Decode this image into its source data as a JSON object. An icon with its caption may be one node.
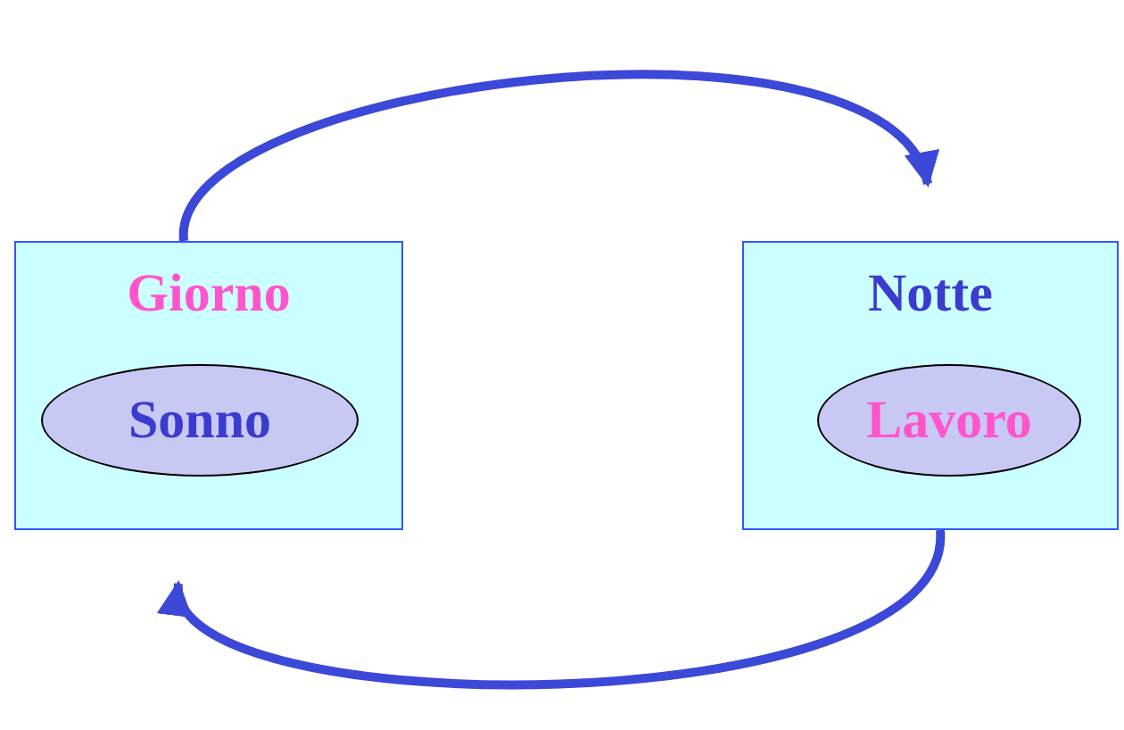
{
  "diagram": {
    "nodes": [
      {
        "text": [
          "Giorno"
        ]
      },
      {
        "text": [
          "Sonno"
        ],
        "in": 0
      },
      {
        "text": [
          "Notte"
        ]
      },
      {
        "text": [
          "Lavoro"
        ],
        "in": 2
      }
    ],
    "edges": [
      {
        "from": 0,
        "to": 2,
        "arrow": "to"
      },
      {
        "from": 2,
        "to": 0,
        "arrow": "to"
      }
    ]
  }
}
